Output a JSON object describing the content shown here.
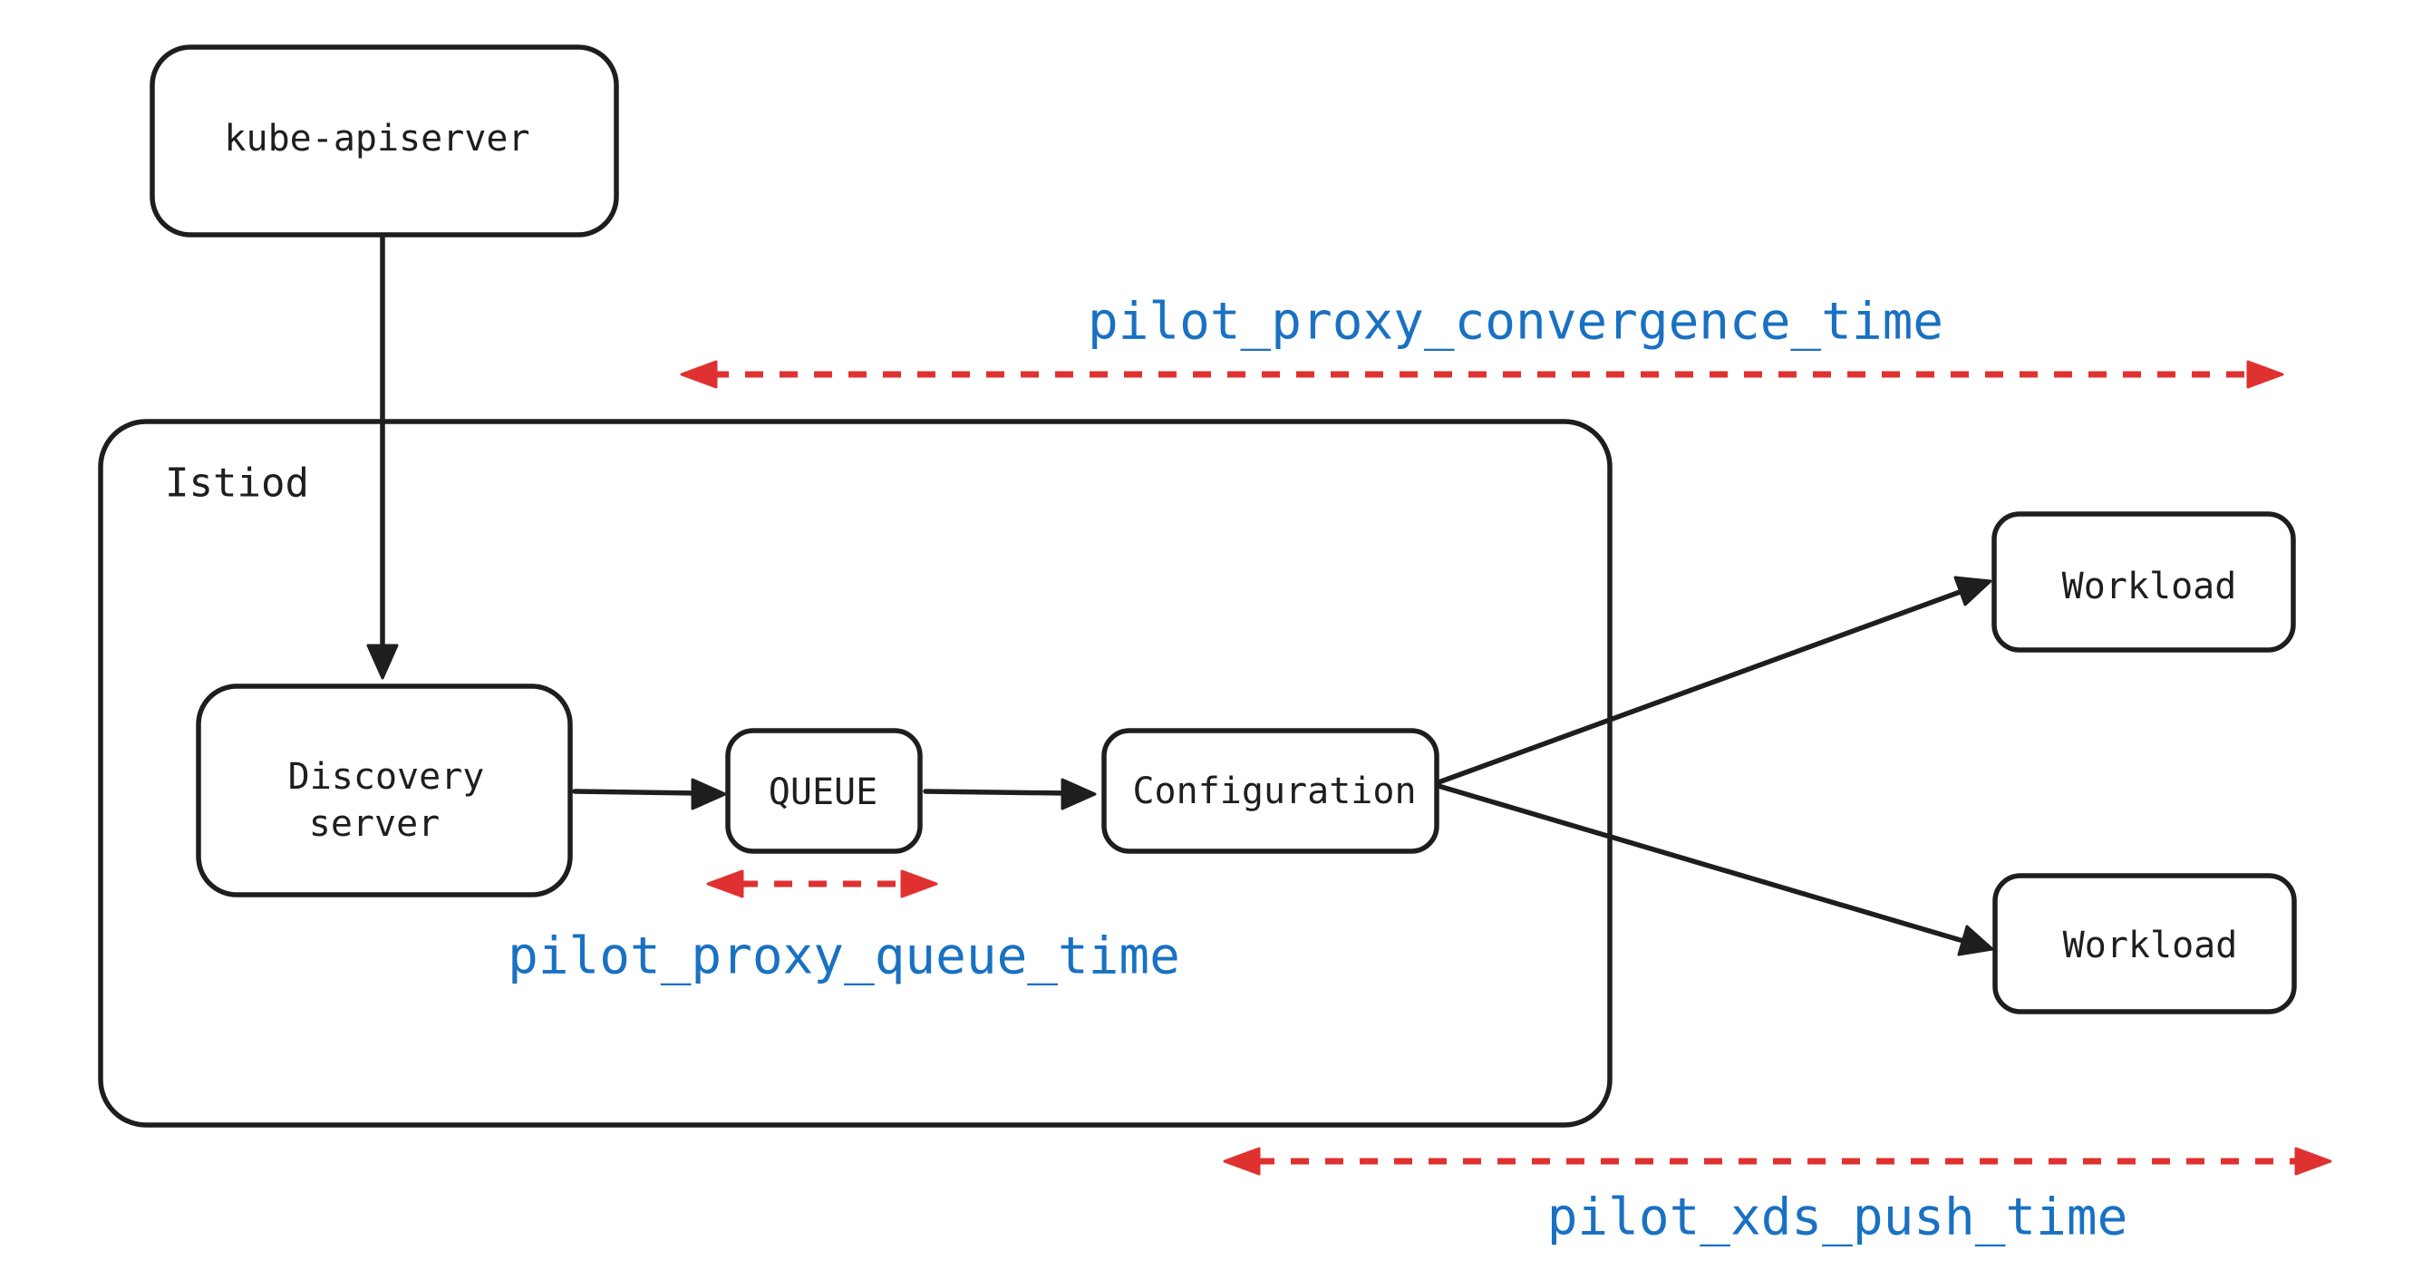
{
  "nodes": {
    "kube_apiserver": "kube-apiserver",
    "istiod": "Istiod",
    "discovery_server": [
      "Discovery",
      "server"
    ],
    "queue": "QUEUE",
    "configuration": "Configuration",
    "workload_top": "Workload",
    "workload_bottom": "Workload"
  },
  "metrics": {
    "convergence": "pilot_proxy_convergence_time",
    "queue": "pilot_proxy_queue_time",
    "push": "pilot_xds_push_time"
  },
  "colors": {
    "stroke": "#1e1e1e",
    "metric_text": "#1971c2",
    "metric_arrow": "#e03131",
    "background": "#ffffff"
  }
}
